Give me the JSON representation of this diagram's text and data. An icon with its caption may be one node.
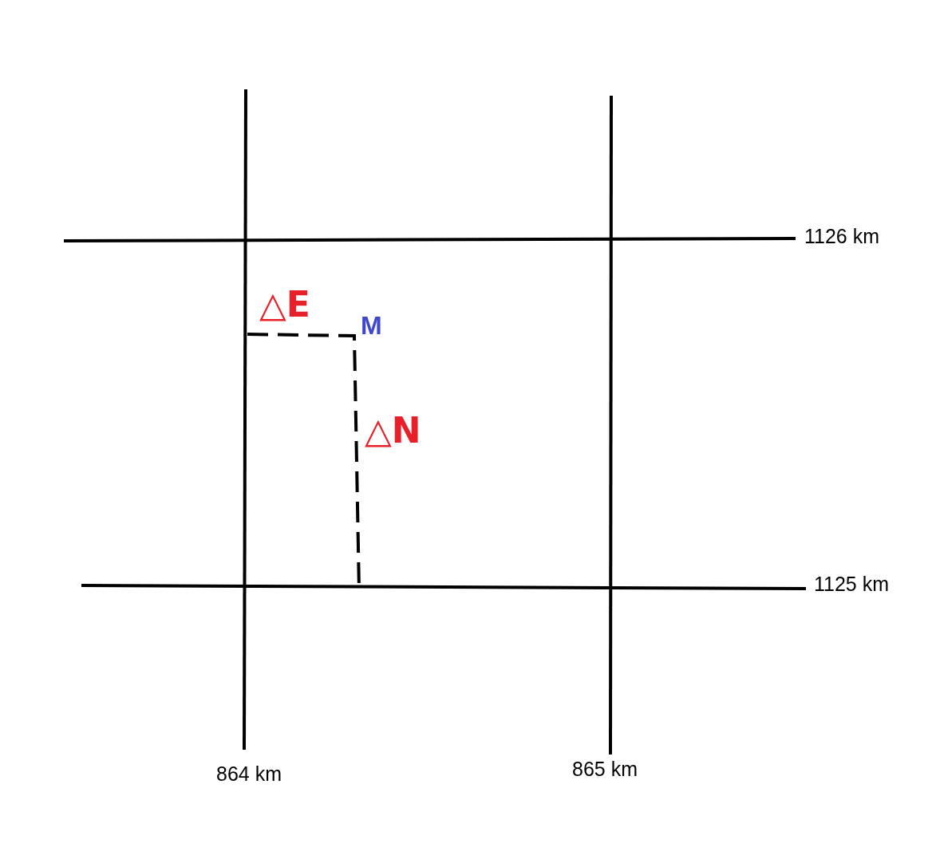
{
  "diagram": {
    "labels": [
      "1126 km",
      "△E",
      "M",
      "△N",
      "1125 km",
      "864 km",
      "865 km"
    ]
  }
}
